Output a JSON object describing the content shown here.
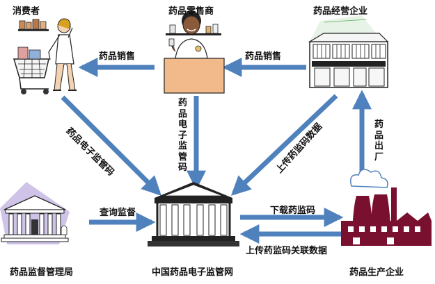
{
  "nodes": {
    "consumer": "消费者",
    "retailer": "药品零售商",
    "distributor": "药品经营企业",
    "regulator": "药品监督管理局",
    "network": "中国药品电子监管网",
    "manufacturer": "药品生产企业"
  },
  "edges": {
    "retail_sale": "药品销售",
    "distributor_sale": "药品销售",
    "retail_code": "药品电子监管码",
    "consumer_code": "药品电子监管码",
    "upload_code": "上传药监码数据",
    "shipment": "药品出厂",
    "query": "查询监督",
    "download": "下载药监码",
    "upload_assoc": "上传药监码关联数据"
  },
  "colors": {
    "arrow": "#4f81bd",
    "factory": "#7a1030",
    "box": "#f2b98a"
  }
}
